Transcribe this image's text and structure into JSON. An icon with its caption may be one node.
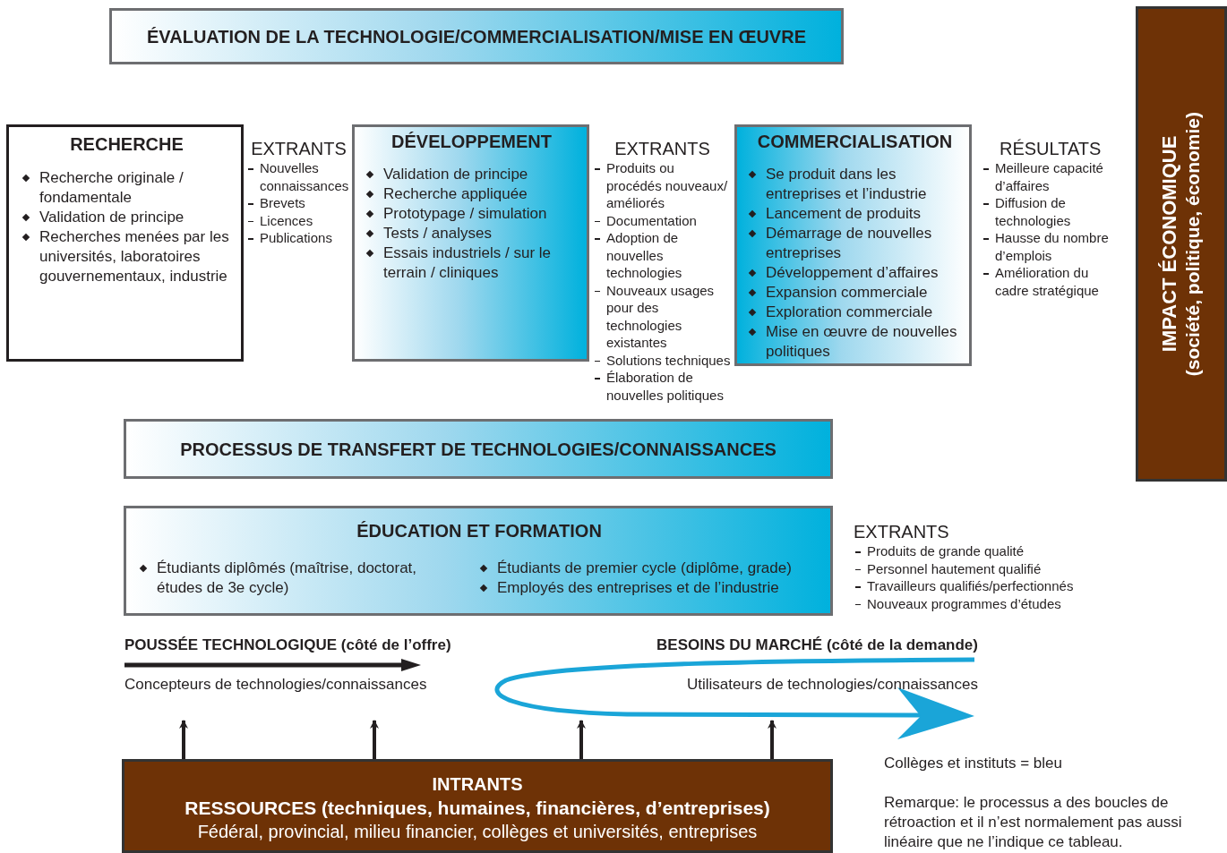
{
  "diagram": {
    "nodes": [
      {
        "text": [
          "ÉVALUATION DE LA TECHNOLOGIE/COMMERCIALISATION/MISE EN ŒUVRE"
        ]
      },
      {
        "text": [
          "RECHERCHE",
          "Recherche originale / fondamentale",
          "Validation de principe",
          "Recherches menées par les universités, laboratoires gouvernementaux, industrie"
        ]
      },
      {
        "text": [
          "DÉVELOPPEMENT",
          "Validation de principe",
          "Recherche appliquée",
          "Prototypage / simulation",
          "Tests / analyses",
          "Essais industriels / sur le terrain / cliniques"
        ]
      },
      {
        "text": [
          "COMMERCIALISATION",
          "Se produit dans les entreprises et l’industrie",
          "Lancement de produits",
          "Démarrage de nouvelles entreprises",
          "Développement d’affaires",
          "Expansion commerciale",
          "Exploration commerciale",
          "Mise en œuvre de nouvelles politiques"
        ]
      },
      {
        "text": [
          "IMPACT ÉCONOMIQUE",
          "(société, politique, économie)"
        ]
      },
      {
        "text": [
          "PROCESSUS DE TRANSFERT DE TECHNOLOGIES/CONNAISSANCES"
        ]
      },
      {
        "text": [
          "ÉDUCATION ET FORMATION",
          "Étudiants diplômés (maîtrise, doctorat, études de 3e cycle)",
          "Étudiants de premier cycle (diplôme, grade)",
          "Employés des entreprises et de l’industrie"
        ]
      },
      {
        "text": [
          "INTRANTS",
          "RESSOURCES (techniques, humaines, financières, d’entreprises)",
          "Fédéral, provincial, milieu financier, collèges et universités, entreprises"
        ]
      }
    ],
    "edges": [
      {
        "from": 7,
        "to": null,
        "arrow": "to"
      },
      {
        "from": 7,
        "to": null,
        "arrow": "to"
      },
      {
        "from": 7,
        "to": null,
        "arrow": "to"
      },
      {
        "from": 7,
        "to": null,
        "arrow": "to"
      }
    ],
    "labels": [
      "EXTRANTS",
      "Nouvelles connaissances",
      "Brevets",
      "Licences",
      "Publications",
      "EXTRANTS",
      "Produits ou procédés nouveaux/ améliorés",
      "Documentation",
      "Adoption de nouvelles technologies",
      "Nouveaux usages pour des technologies existantes",
      "Solutions techniques",
      "Élaboration de nouvelles politiques",
      "RÉSULTATS",
      "Meilleure capacité d’affaires",
      "Diffusion de technologies",
      "Hausse du nombre d’emplois",
      "Amélioration du cadre stratégique",
      "EXTRANTS",
      "Produits de grande qualité",
      "Personnel hautement qualifié",
      "Travailleurs qualifiés/perfectionnés",
      "Nouveaux programmes d’études",
      "POUSSÉE TECHNOLOGIQUE (côté de l’offre)",
      "BESOINS DU MARCHÉ (côté de la demande)",
      "Concepteurs de technologies/connaissances",
      "Utilisateurs de technologies/connaissances",
      "Collèges et instituts = bleu",
      "Remarque: le processus a des boucles de rétroaction et il n’est normalement pas aussi linéaire que ne l’indique ce tableau."
    ]
  }
}
